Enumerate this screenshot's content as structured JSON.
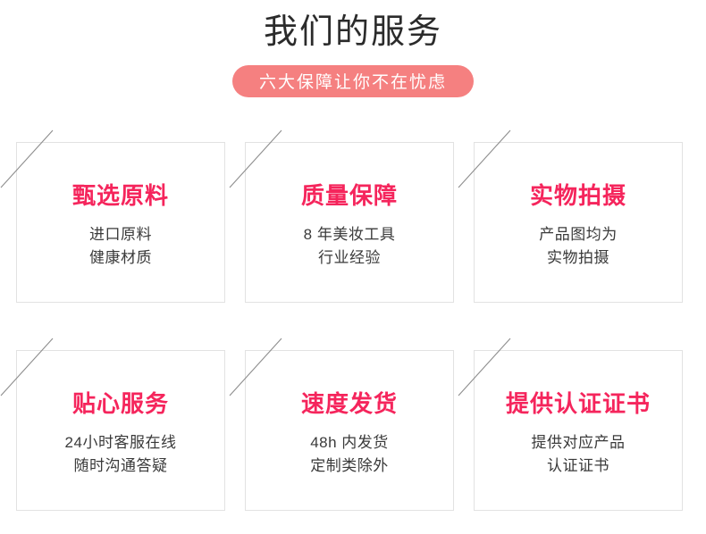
{
  "header": {
    "title": "我们的服务",
    "badge": "六大保障让你不在忧虑"
  },
  "colors": {
    "badge_background": "#f58080",
    "badge_text": "#ffffff",
    "card_title": "#f5255c",
    "card_body_text": "#3a3a3a",
    "card_border": "#e2e2e2",
    "page_title": "#2b2b2b",
    "corner_slash": "#8d8d8d",
    "page_background": "#ffffff"
  },
  "cards": [
    {
      "title": "甄选原料",
      "lines": [
        "进口原料",
        "健康材质"
      ]
    },
    {
      "title": "质量保障",
      "lines": [
        "8 年美妆工具",
        "行业经验"
      ]
    },
    {
      "title": "实物拍摄",
      "lines": [
        "产品图均为",
        "实物拍摄"
      ]
    },
    {
      "title": "贴心服务",
      "lines": [
        "24小时客服在线",
        "随时沟通答疑"
      ]
    },
    {
      "title": "速度发货",
      "lines": [
        "48h 内发货",
        "定制类除外"
      ]
    },
    {
      "title": "提供认证证书",
      "lines": [
        "提供对应产品",
        "认证证书"
      ]
    }
  ]
}
